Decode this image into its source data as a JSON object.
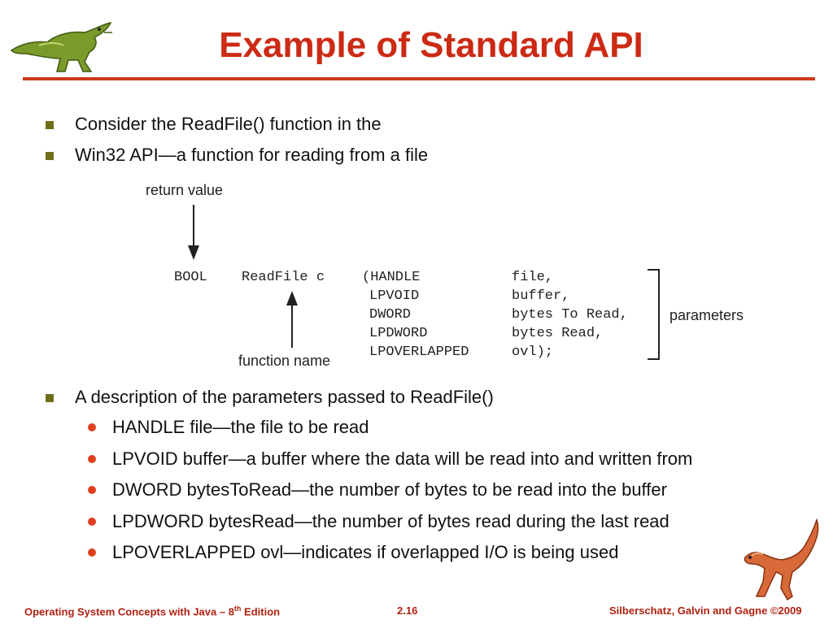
{
  "title": "Example of Standard API",
  "bullets_top": [
    "Consider the ReadFile() function in the",
    "Win32 API—a function for reading from a file"
  ],
  "diagram": {
    "return_value_label": "return value",
    "function_name_label": "function name",
    "parameters_label": "parameters",
    "code_col1": "BOOL",
    "code_col2": "ReadFile c",
    "code_types": [
      "(HANDLE",
      "LPVOID",
      "DWORD",
      "LPDWORD",
      "LPOVERLAPPED"
    ],
    "code_names": [
      "file,",
      "buffer,",
      "bytes To Read,",
      "bytes Read,",
      "ovl);"
    ]
  },
  "description_bullet": "A description of the parameters passed to ReadFile()",
  "sub_bullets": [
    "HANDLE file—the file to be read",
    "LPVOID buffer—a buffer where the data will be read into and written from",
    "DWORD bytesToRead—the number of bytes to be read into the buffer",
    "LPDWORD bytesRead—the number of bytes read during the last read",
    "LPOVERLAPPED ovl—indicates if overlapped I/O is being used"
  ],
  "footer": {
    "left_prefix": "Operating System Concepts  with Java – 8",
    "left_sup": "th",
    "left_suffix": " Edition",
    "center": "2.16",
    "right": "Silberschatz, Galvin and Gagne ©2009"
  },
  "colors": {
    "title": "#cc2a14",
    "rule": "#cc3a1a",
    "square_bullet": "#6e6e1a",
    "dot_bullet": "#e04020",
    "footer": "#b02010"
  },
  "icons": {
    "header_logo": "green-dinosaur-icon",
    "corner_logo": "red-dinosaur-icon"
  }
}
